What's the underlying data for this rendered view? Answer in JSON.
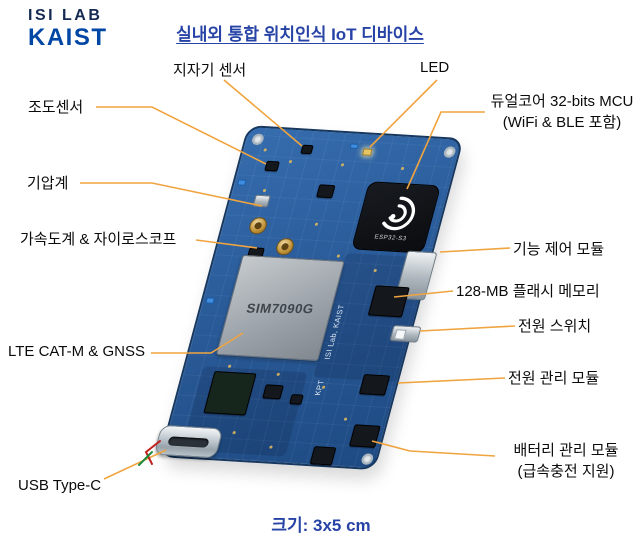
{
  "logo": {
    "line1": "ISI LAB",
    "line2": "KAIST"
  },
  "title": "실내외 통합 위치인식 IoT 디바이스",
  "footer": {
    "size_label": "크기: 3x5 cm"
  },
  "callouts": {
    "magnetometer": "지자기 센서",
    "led": "LED",
    "light_sensor": "조도센서",
    "mcu_line1": "듀얼코어 32-bits MCU",
    "mcu_line2": "(WiFi & BLE 포함)",
    "barometer": "기압계",
    "imu": "가속도계 & 자이로스코프",
    "function_control": "기능 제어 모듈",
    "flash": "128-MB 플래시 메모리",
    "power_switch": "전원 스위치",
    "lte_gnss": "LTE CAT-M & GNSS",
    "power_mgmt": "전원 관리 모듈",
    "usb": "USB Type-C",
    "battery_line1": "배터리 관리 모듈",
    "battery_line2": "(급속충전 지원)"
  },
  "board": {
    "module_label": "SIM7090G",
    "silk_line1": "ISI Lab, KAIST",
    "silk_line2": "KPT",
    "esp_label": "ESP32-S3"
  },
  "colors": {
    "accent_blue": "#2743a6",
    "leader_orange": "#f0a43f",
    "pcb_blue": "#2a5b99",
    "logo_navy": "#152a52",
    "logo_blue": "#0046a4"
  }
}
